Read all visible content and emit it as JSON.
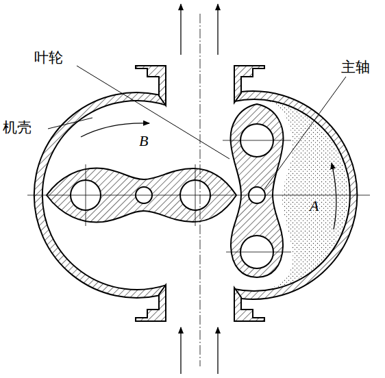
{
  "diagram": {
    "labels": [
      "叶轮",
      "机壳",
      "主轴",
      "B",
      "A"
    ]
  }
}
